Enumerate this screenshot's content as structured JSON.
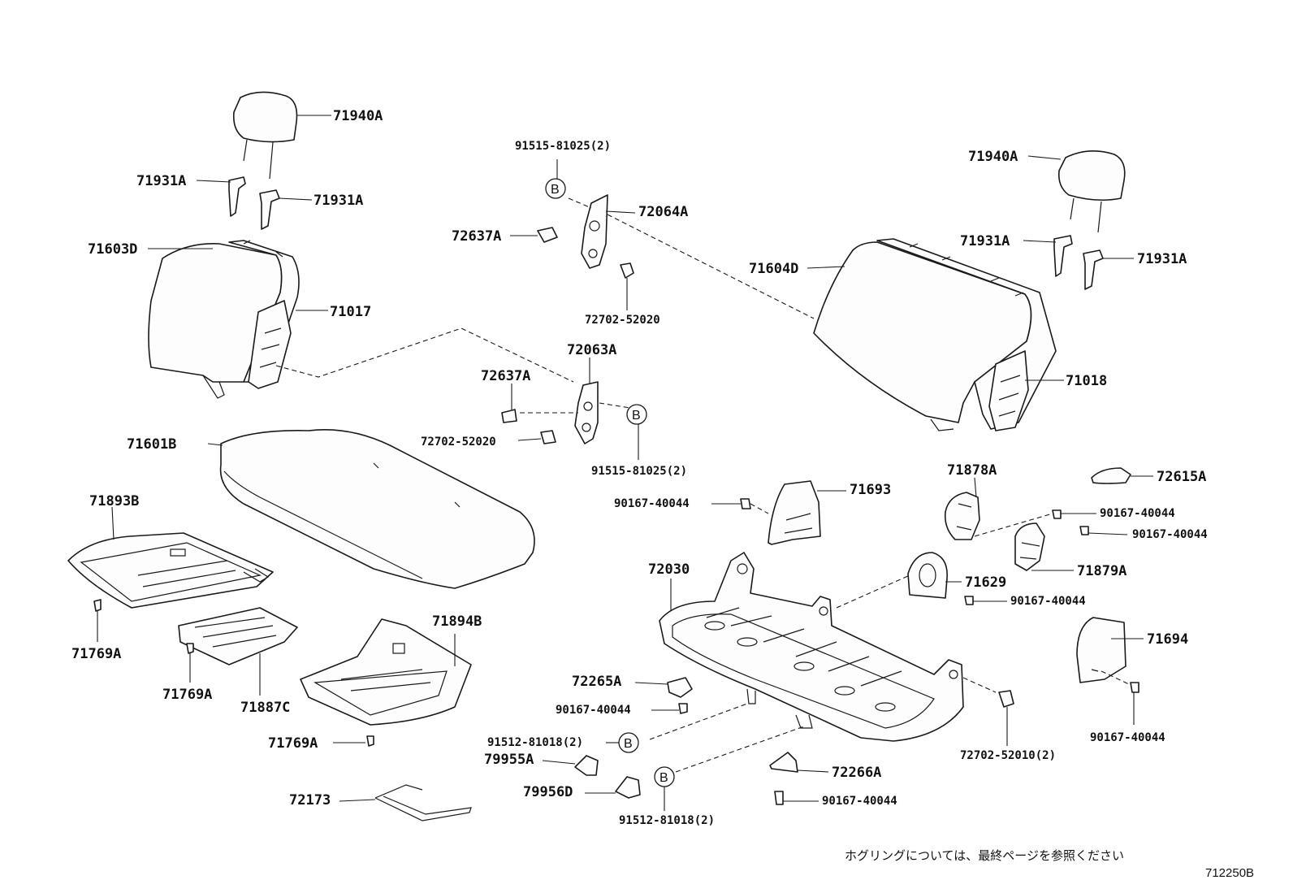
{
  "labels": {
    "p71940A_l": "71940A",
    "p71931A_l1": "71931A",
    "p71931A_l2": "71931A",
    "p71603D": "71603D",
    "p71017": "71017",
    "p71601B": "71601B",
    "p71893B": "71893B",
    "p71769A_1": "71769A",
    "p71769A_2": "71769A",
    "p71887C": "71887C",
    "p71894B": "71894B",
    "p71769A_3": "71769A",
    "p72173": "72173",
    "p91515_top": "91515-81025(2)",
    "p72064A": "72064A",
    "p72637A_1": "72637A",
    "p72702_52020_1": "72702-52020",
    "p72063A": "72063A",
    "p72637A_2": "72637A",
    "p72702_52020_2": "72702-52020",
    "p91515_bot": "91515-81025(2)",
    "p90167_a": "90167-40044",
    "p71693": "71693",
    "p72030": "72030",
    "p72265A": "72265A",
    "p90167_b": "90167-40044",
    "p91512_1": "91512-81018(2)",
    "p79955A": "79955A",
    "p79956D": "79956D",
    "p91512_2": "91512-81018(2)",
    "p72266A": "72266A",
    "p90167_c": "90167-40044",
    "p71940A_r": "71940A",
    "p71931A_r1": "71931A",
    "p71931A_r2": "71931A",
    "p71604D": "71604D",
    "p71018": "71018",
    "p71878A": "71878A",
    "p72615A": "72615A",
    "p90167_d": "90167-40044",
    "p90167_e": "90167-40044",
    "p71879A": "71879A",
    "p71629": "71629",
    "p90167_f": "90167-40044",
    "p71694": "71694",
    "p90167_g": "90167-40044",
    "p72702_52010": "72702-52010(2)"
  },
  "markers": {
    "b": "B"
  },
  "footer": {
    "note": "ホグリングについては、最終ページを参照ください",
    "code": "712250B"
  }
}
